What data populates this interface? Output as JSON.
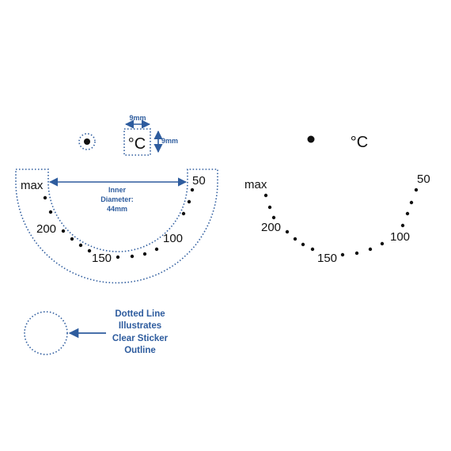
{
  "colors": {
    "accent": "#2e5c9e",
    "ink": "#111111"
  },
  "dimensions": {
    "width_label": "9mm",
    "height_label": "9mm",
    "inner_diameter": [
      "Inner",
      "Diameter:",
      "44mm"
    ]
  },
  "unit_symbol": "°C",
  "scale_labels": {
    "max": "max",
    "l200": "200",
    "l150": "150",
    "l100": "100",
    "l50": "50"
  },
  "note": [
    "Dotted Line",
    "Illustrates",
    "Clear Sticker",
    "Outline"
  ]
}
